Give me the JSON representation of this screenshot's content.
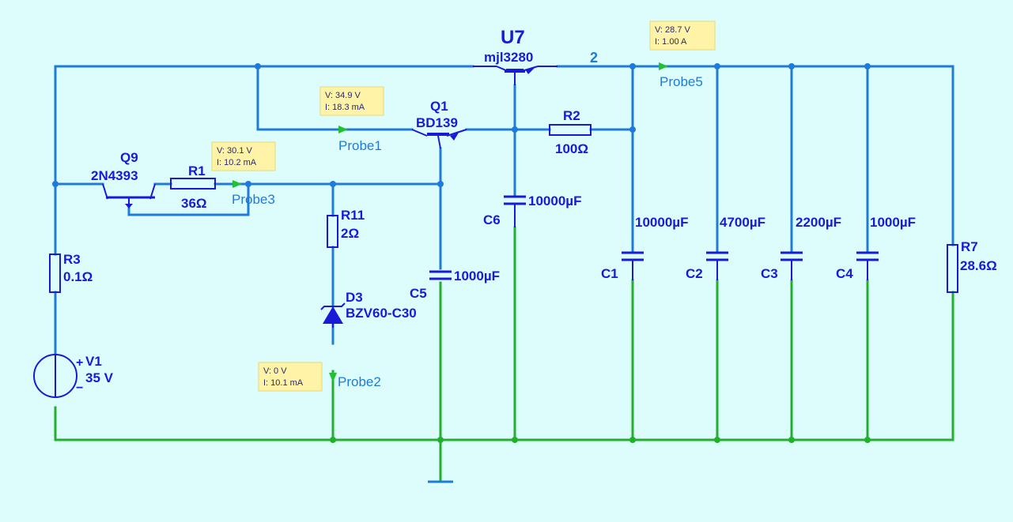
{
  "components": {
    "u7": {
      "ref": "U7",
      "value": "mjl3280"
    },
    "q1": {
      "ref": "Q1",
      "value": "BD139"
    },
    "q9": {
      "ref": "Q9",
      "value": "2N4393"
    },
    "r1": {
      "ref": "R1",
      "value": "36Ω"
    },
    "r2": {
      "ref": "R2",
      "value": "100Ω"
    },
    "r3": {
      "ref": "R3",
      "value": "0.1Ω"
    },
    "r7": {
      "ref": "R7",
      "value": "28.6Ω"
    },
    "r11": {
      "ref": "R11",
      "value": "2Ω"
    },
    "d3": {
      "ref": "D3",
      "value": "BZV60-C30"
    },
    "v1": {
      "ref": "V1",
      "value": "35 V",
      "plus": "+",
      "minus": "−"
    },
    "c1": {
      "ref": "C1",
      "value": "10000µF"
    },
    "c2": {
      "ref": "C2",
      "value": "4700µF"
    },
    "c3": {
      "ref": "C3",
      "value": "2200µF"
    },
    "c4": {
      "ref": "C4",
      "value": "1000µF"
    },
    "c5": {
      "ref": "C5",
      "value": "1000µF"
    },
    "c6": {
      "ref": "C6",
      "value": "10000µF"
    }
  },
  "net_label": "2",
  "probes": {
    "probe1": {
      "name": "Probe1",
      "v": "V: 34.9 V",
      "i": "I: 18.3 mA"
    },
    "probe2": {
      "name": "Probe2",
      "v": "V: 0 V",
      "i": "I: 10.1 mA"
    },
    "probe3": {
      "name": "Probe3",
      "v": "V: 30.1 V",
      "i": "I: 10.2 mA"
    },
    "probe5": {
      "name": "Probe5",
      "v": "V: 28.7 V",
      "i": "I: 1.00 A"
    }
  },
  "colors": {
    "background": "#ddfcfc",
    "wire_live": "#1e7bd8",
    "wire_ground": "#22b02c",
    "component": "#1a1ad6",
    "probe_tip": "#fff3a8"
  }
}
